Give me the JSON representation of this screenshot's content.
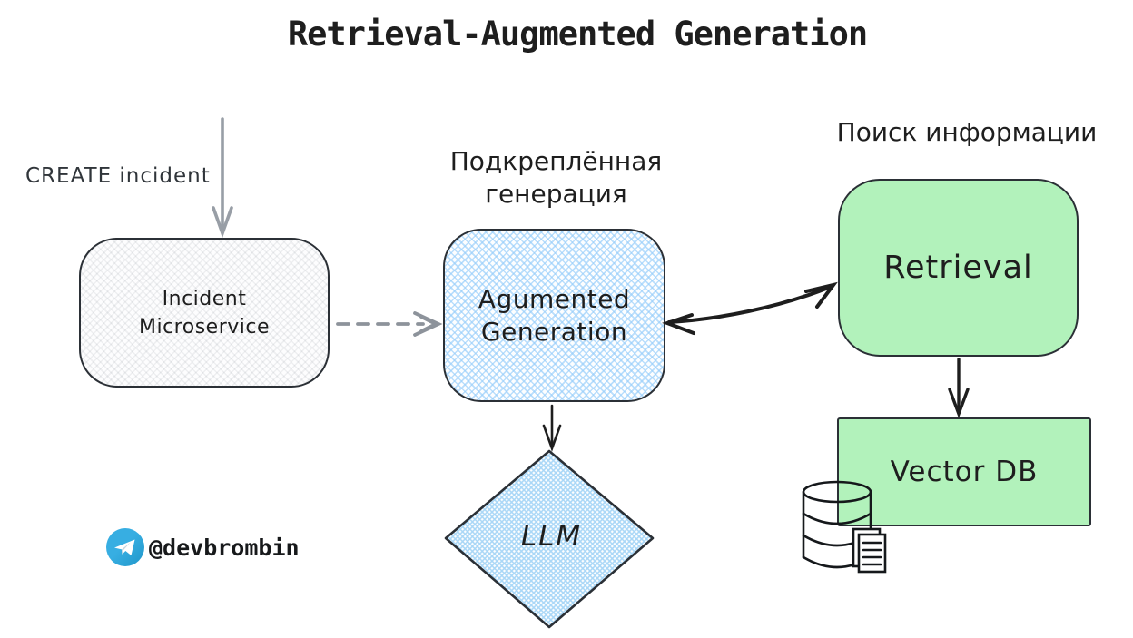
{
  "title": "Retrieval-Augmented Generation",
  "diagram": {
    "annotations": {
      "create_incident": "CREATE incident",
      "augmented_caption_line1": "Подкреплённая",
      "augmented_caption_line2": "генерация",
      "retrieval_caption": "Поиск информации"
    },
    "nodes": {
      "incident": {
        "line1": "Incident",
        "line2": "Microservice",
        "shape": "rounded-rectangle",
        "fill": "gray-crosshatch"
      },
      "augmented": {
        "line1": "Agumented",
        "line2": "Generation",
        "shape": "rounded-rectangle",
        "fill": "blue-crosshatch"
      },
      "retrieval": {
        "label": "Retrieval",
        "shape": "rounded-rectangle",
        "fill": "solid-green"
      },
      "vectordb": {
        "label": "Vector DB",
        "shape": "rectangle",
        "fill": "solid-green"
      },
      "llm": {
        "label": "LLM",
        "shape": "diamond",
        "fill": "blue-crosshatch"
      }
    },
    "edges": [
      {
        "from": "create-incident-annotation",
        "to": "incident",
        "style": "solid",
        "color": "gray",
        "arrow": "end"
      },
      {
        "from": "incident",
        "to": "augmented",
        "style": "dashed",
        "color": "gray",
        "arrow": "end"
      },
      {
        "from": "augmented",
        "to": "retrieval",
        "style": "solid-curved",
        "color": "black",
        "arrow": "both"
      },
      {
        "from": "retrieval",
        "to": "vectordb",
        "style": "solid",
        "color": "black",
        "arrow": "end"
      },
      {
        "from": "augmented",
        "to": "llm",
        "style": "solid",
        "color": "black",
        "arrow": "end"
      }
    ],
    "icons": [
      "database-icon",
      "document-icon"
    ]
  },
  "watermark": {
    "handle": "@devbrombin",
    "icon": "telegram-icon"
  },
  "colors": {
    "green_fill": "#b2f2bb",
    "blue_hatch_line": "#a5d8ff",
    "gray_hatch_line": "#e8eaec",
    "stroke_dark": "#1e1e1e",
    "gray_arrow": "#989ea6",
    "telegram_blue": "#37aee2",
    "telegram_blue_dark": "#1f96c9"
  }
}
